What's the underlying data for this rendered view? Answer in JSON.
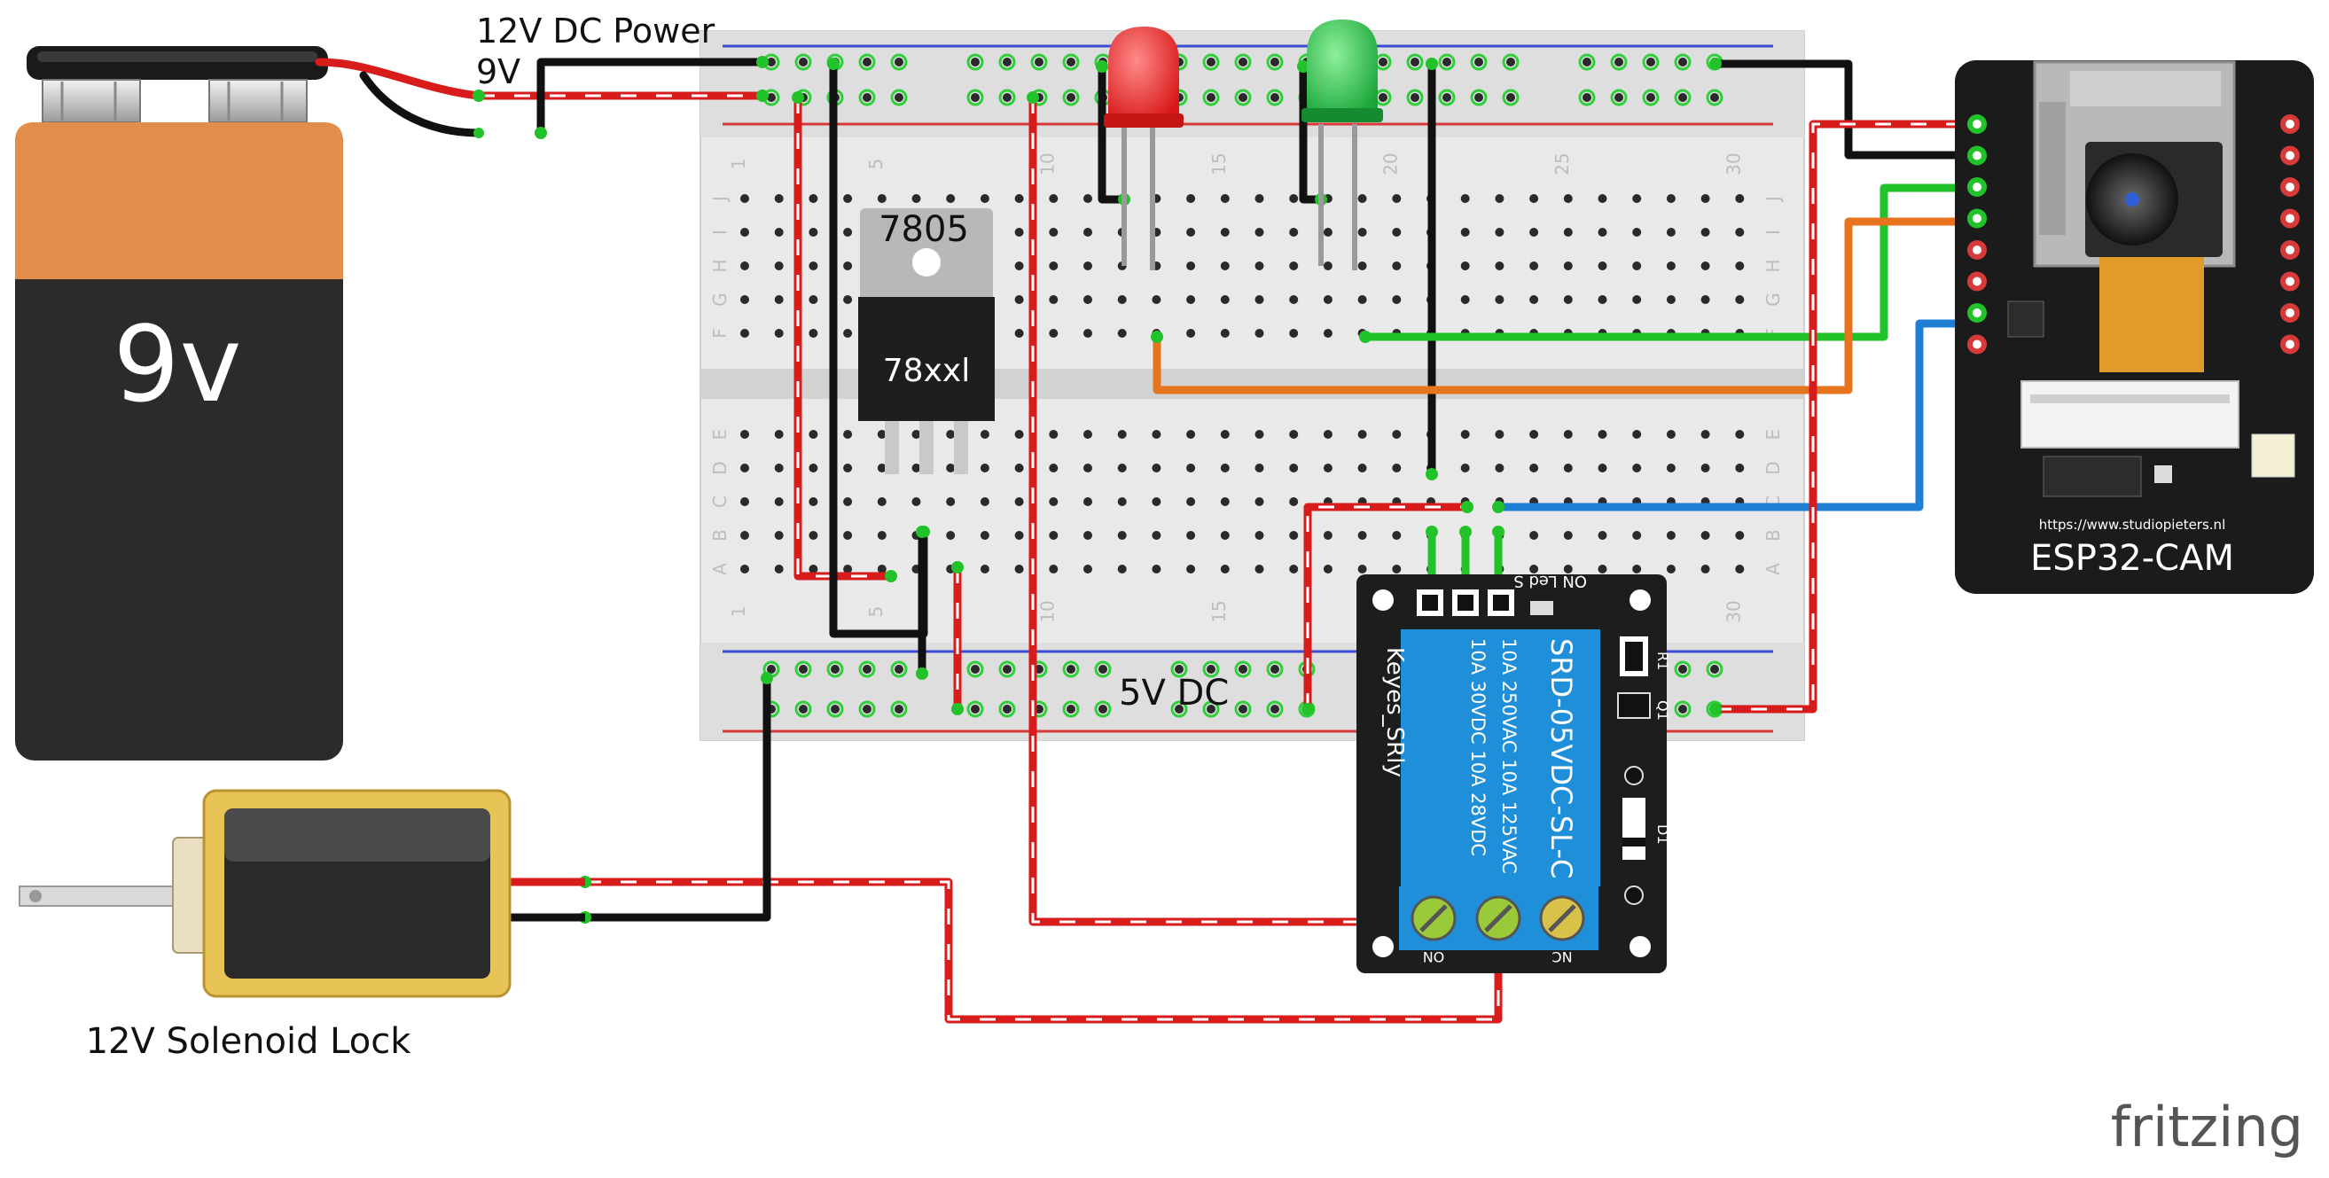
{
  "labels": {
    "power_title": "12V DC Power",
    "power_sub": "9V",
    "battery": "9v",
    "regulator_top": "7805",
    "regulator_body": "78xxl",
    "rail_label": "5V DC",
    "solenoid": "12V Solenoid Lock",
    "esp_name": "ESP32-CAM",
    "esp_url": "https://www.studiopieters.nl",
    "brand": "fritzing"
  },
  "relay": {
    "brand": "Keyes_SRly",
    "model": "SRD-05VDC-SL-C",
    "rating1": "10A 250VAC  10A 125VAC",
    "rating2": "10A  30VDC  10A  28VDC",
    "header": "ON Led S",
    "term_left": "ON",
    "term_right": "NC",
    "r1": "R1",
    "d1": "D1",
    "q1": "Q1"
  },
  "breadboard": {
    "col_numbers": [
      "1",
      "5",
      "10",
      "15",
      "20",
      "25",
      "30"
    ],
    "row_letters_top": [
      "J",
      "I",
      "H",
      "G",
      "F"
    ],
    "row_letters_bottom": [
      "E",
      "D",
      "C",
      "B",
      "A"
    ]
  },
  "colors": {
    "wire_red": "#d81b1b",
    "wire_black": "#111111",
    "wire_green": "#22c22a",
    "wire_orange": "#e8731e",
    "wire_blue": "#1f7fd4",
    "relay_blue": "#1f8fd9",
    "battery_orange": "#e38d4a",
    "esp_board": "#1b1b1b"
  },
  "icons": {
    "battery": "battery-9v-icon",
    "led_red": "red-led-icon",
    "led_green": "green-led-icon",
    "regulator": "voltage-regulator-icon",
    "relay": "relay-module-icon",
    "solenoid": "solenoid-lock-icon",
    "camera": "camera-module-icon"
  }
}
